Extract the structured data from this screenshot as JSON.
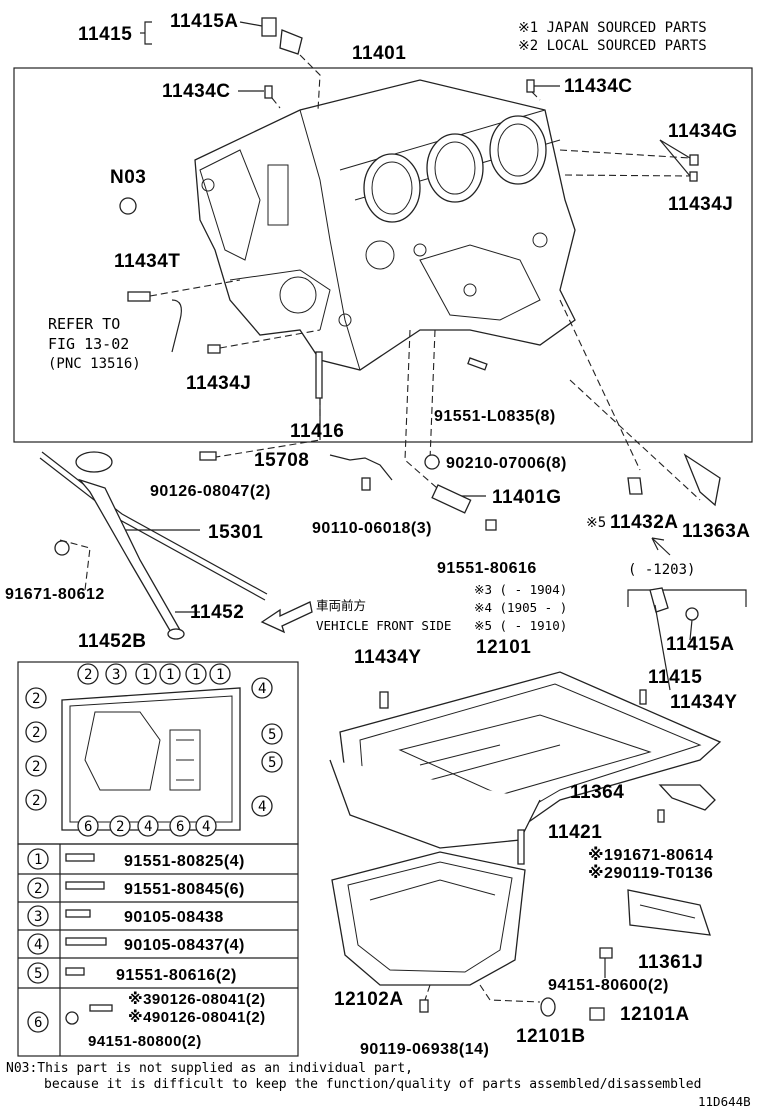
{
  "notes_header": {
    "japan": "※1 JAPAN SOURCED PARTS",
    "local": "※2 LOCAL SOURCED PARTS"
  },
  "labels": {
    "p11415_top": "11415",
    "p11415A_top": "11415A",
    "p11401": "11401",
    "p11434C_left": "11434C",
    "p11434C_right": "11434C",
    "p11434G": "11434G",
    "pN03": "N03",
    "p11434J_right": "11434J",
    "p11434T": "11434T",
    "refer1": "REFER TO",
    "refer2": "FIG 13-02",
    "refer3": "(PNC 13516)",
    "p11434J_left": "11434J",
    "p91551_L0835": "91551-L0835(8)",
    "p11416": "11416",
    "p15708": "15708",
    "p90210": "90210-07006(8)",
    "p90126_08047": "90126-08047(2)",
    "p11401G": "11401G",
    "p15301": "15301",
    "p90110": "90110-06018(3)",
    "p11432A": "11432A",
    "p11432A_mark": "※5",
    "p11363A": "11363A",
    "p91551_80616": "91551-80616",
    "p91671_80612": "91671-80612",
    "range_1203": "(     -1203)",
    "p11452": "11452",
    "vehicle_jp": "車両前方",
    "vehicle_en": "VEHICLE FRONT SIDE",
    "p11452B": "11452B",
    "fn3": "※3 (      - 1904)",
    "fn4": "※4 (1905 -      )",
    "fn5": "※5 (      - 1910)",
    "p11415A_mid": "11415A",
    "p11415_mid": "11415",
    "p11434Y_left": "11434Y",
    "p12101": "12101",
    "p11434Y_right": "11434Y",
    "p11364": "11364",
    "p11421": "11421",
    "p91671_80614": "※191671-80614",
    "p90119_T0136": "※290119-T0136",
    "p11361J": "11361J",
    "p94151_80600": "94151-80600(2)",
    "p12102A": "12102A",
    "p12101A": "12101A",
    "p90119_06938": "90119-06938(14)",
    "p12101B": "12101B"
  },
  "legend": [
    {
      "num": "1",
      "part": "91551-80825(4)"
    },
    {
      "num": "2",
      "part": "91551-80845(6)"
    },
    {
      "num": "3",
      "part": "90105-08438"
    },
    {
      "num": "4",
      "part": "90105-08437(4)"
    },
    {
      "num": "5",
      "part": "91551-80616(2)"
    },
    {
      "num": "6",
      "part_a": "※390126-08041(2)",
      "part_b": "※490126-08041(2)",
      "part_c": "94151-80800(2)"
    }
  ],
  "footnote": {
    "line1": "N03:This part is not supplied as an individual part,",
    "line2": "because it is difficult to keep the function/quality of parts assembled/disassembled"
  },
  "figure_id": "11D644B"
}
